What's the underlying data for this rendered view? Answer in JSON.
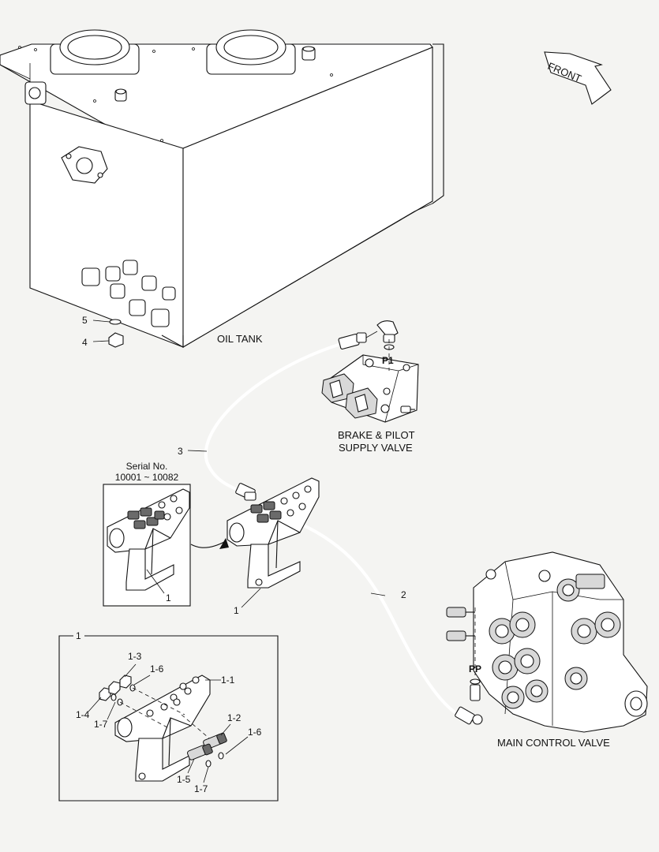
{
  "labels": {
    "front": "FRONT",
    "oil_tank": "OIL TANK",
    "brake_valve_line1": "BRAKE & PILOT",
    "brake_valve_line2": "SUPPLY VALVE",
    "main_control_valve": "MAIN CONTROL VALVE",
    "serial_title": "Serial No.",
    "serial_range": "10001 ~ 10082",
    "port_p1": "P1",
    "port_pp": "PP"
  },
  "callouts": {
    "c5": "5",
    "c4": "4",
    "c3": "3",
    "c2": "2",
    "c1_inset": "1",
    "c1_main": "1",
    "c1_detail": "1",
    "c1_3": "1-3",
    "c1_6a": "1-6",
    "c1_1": "1-1",
    "c1_4": "1-4",
    "c1_7a": "1-7",
    "c1_2": "1-2",
    "c1_6b": "1-6",
    "c1_5": "1-5",
    "c1_7b": "1-7"
  },
  "colors": {
    "line": "#111111",
    "background": "#f4f4f2"
  }
}
